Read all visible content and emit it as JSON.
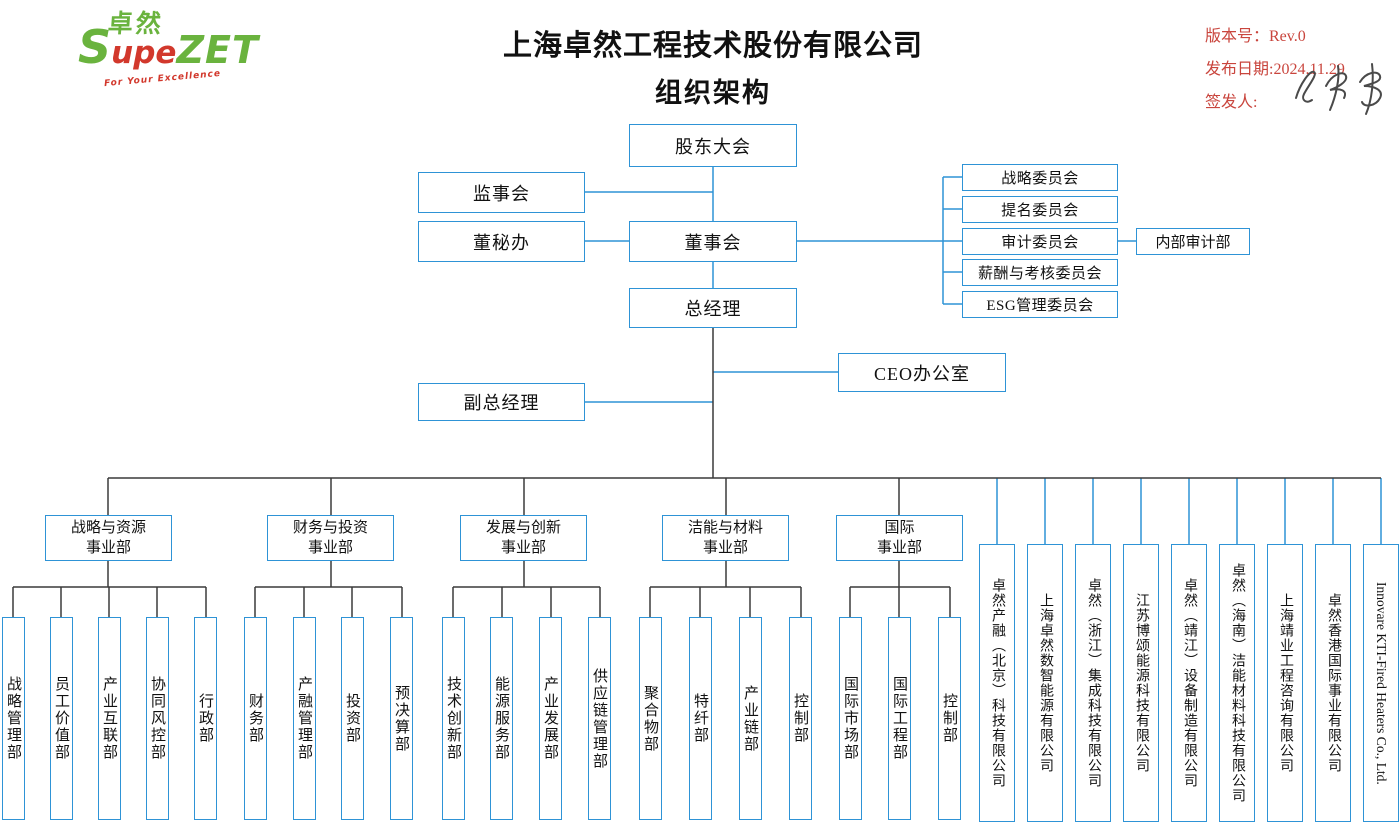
{
  "header": {
    "logo": {
      "cn": "卓然",
      "s": "S",
      "upe": "upe",
      "zet": "ZET",
      "tagline": "For Your Excellence"
    },
    "title_line1": "上海卓然工程技术股份有限公司",
    "title_line2": "组织架构",
    "meta": {
      "version": "版本号：Rev.0",
      "date": "发布日期:2024.11.29",
      "signer": "签发人:"
    }
  },
  "colors": {
    "accent_blue": "#2E93D6",
    "line_dark": "#3A3A3A",
    "logo_green": "#6AB33E",
    "logo_red": "#D2382C",
    "meta_red": "#C9453D"
  },
  "org": {
    "top": {
      "shareholders": "股东大会",
      "supervisory": "监事会",
      "board_office": "董秘办",
      "board": "董事会",
      "gm": "总经理",
      "deputy_gm": "副总经理",
      "ceo_office": "CEO办公室",
      "internal_audit": "内部审计部"
    },
    "committees": [
      "战略委员会",
      "提名委员会",
      "审计委员会",
      "薪酬与考核委员会",
      "ESG管理委员会"
    ],
    "divisions": [
      {
        "line1": "战略与资源",
        "line2": "事业部",
        "children": [
          "战略管理部",
          "员工价值部",
          "产业互联部",
          "协同风控部",
          "行政部"
        ]
      },
      {
        "line1": "财务与投资",
        "line2": "事业部",
        "children": [
          "财务部",
          "产融管理部",
          "投资部",
          "预决算部"
        ]
      },
      {
        "line1": "发展与创新",
        "line2": "事业部",
        "children": [
          "技术创新部",
          "能源服务部",
          "产业发展部",
          "供应链管理部"
        ]
      },
      {
        "line1": "洁能与材料",
        "line2": "事业部",
        "children": [
          "聚合物部",
          "特纤部",
          "产业链部",
          "控制部"
        ]
      },
      {
        "line1": "国际",
        "line2": "事业部",
        "children": [
          "国际市场部",
          "国际工程部",
          "控制部"
        ]
      }
    ],
    "subsidiaries": [
      "卓然产融（北京）科技有限公司",
      "上海卓然数智能源有限公司",
      "卓然（浙江）集成科技有限公司",
      "江苏博颂能源科技有限公司",
      "卓然（靖江）设备制造有限公司",
      "卓然（海南）洁能材料科技有限公司",
      "上海靖业工程咨询有限公司",
      "卓然香港国际事业有限公司",
      "Innovare KTI-Fired Heaters Co., Ltd."
    ]
  }
}
